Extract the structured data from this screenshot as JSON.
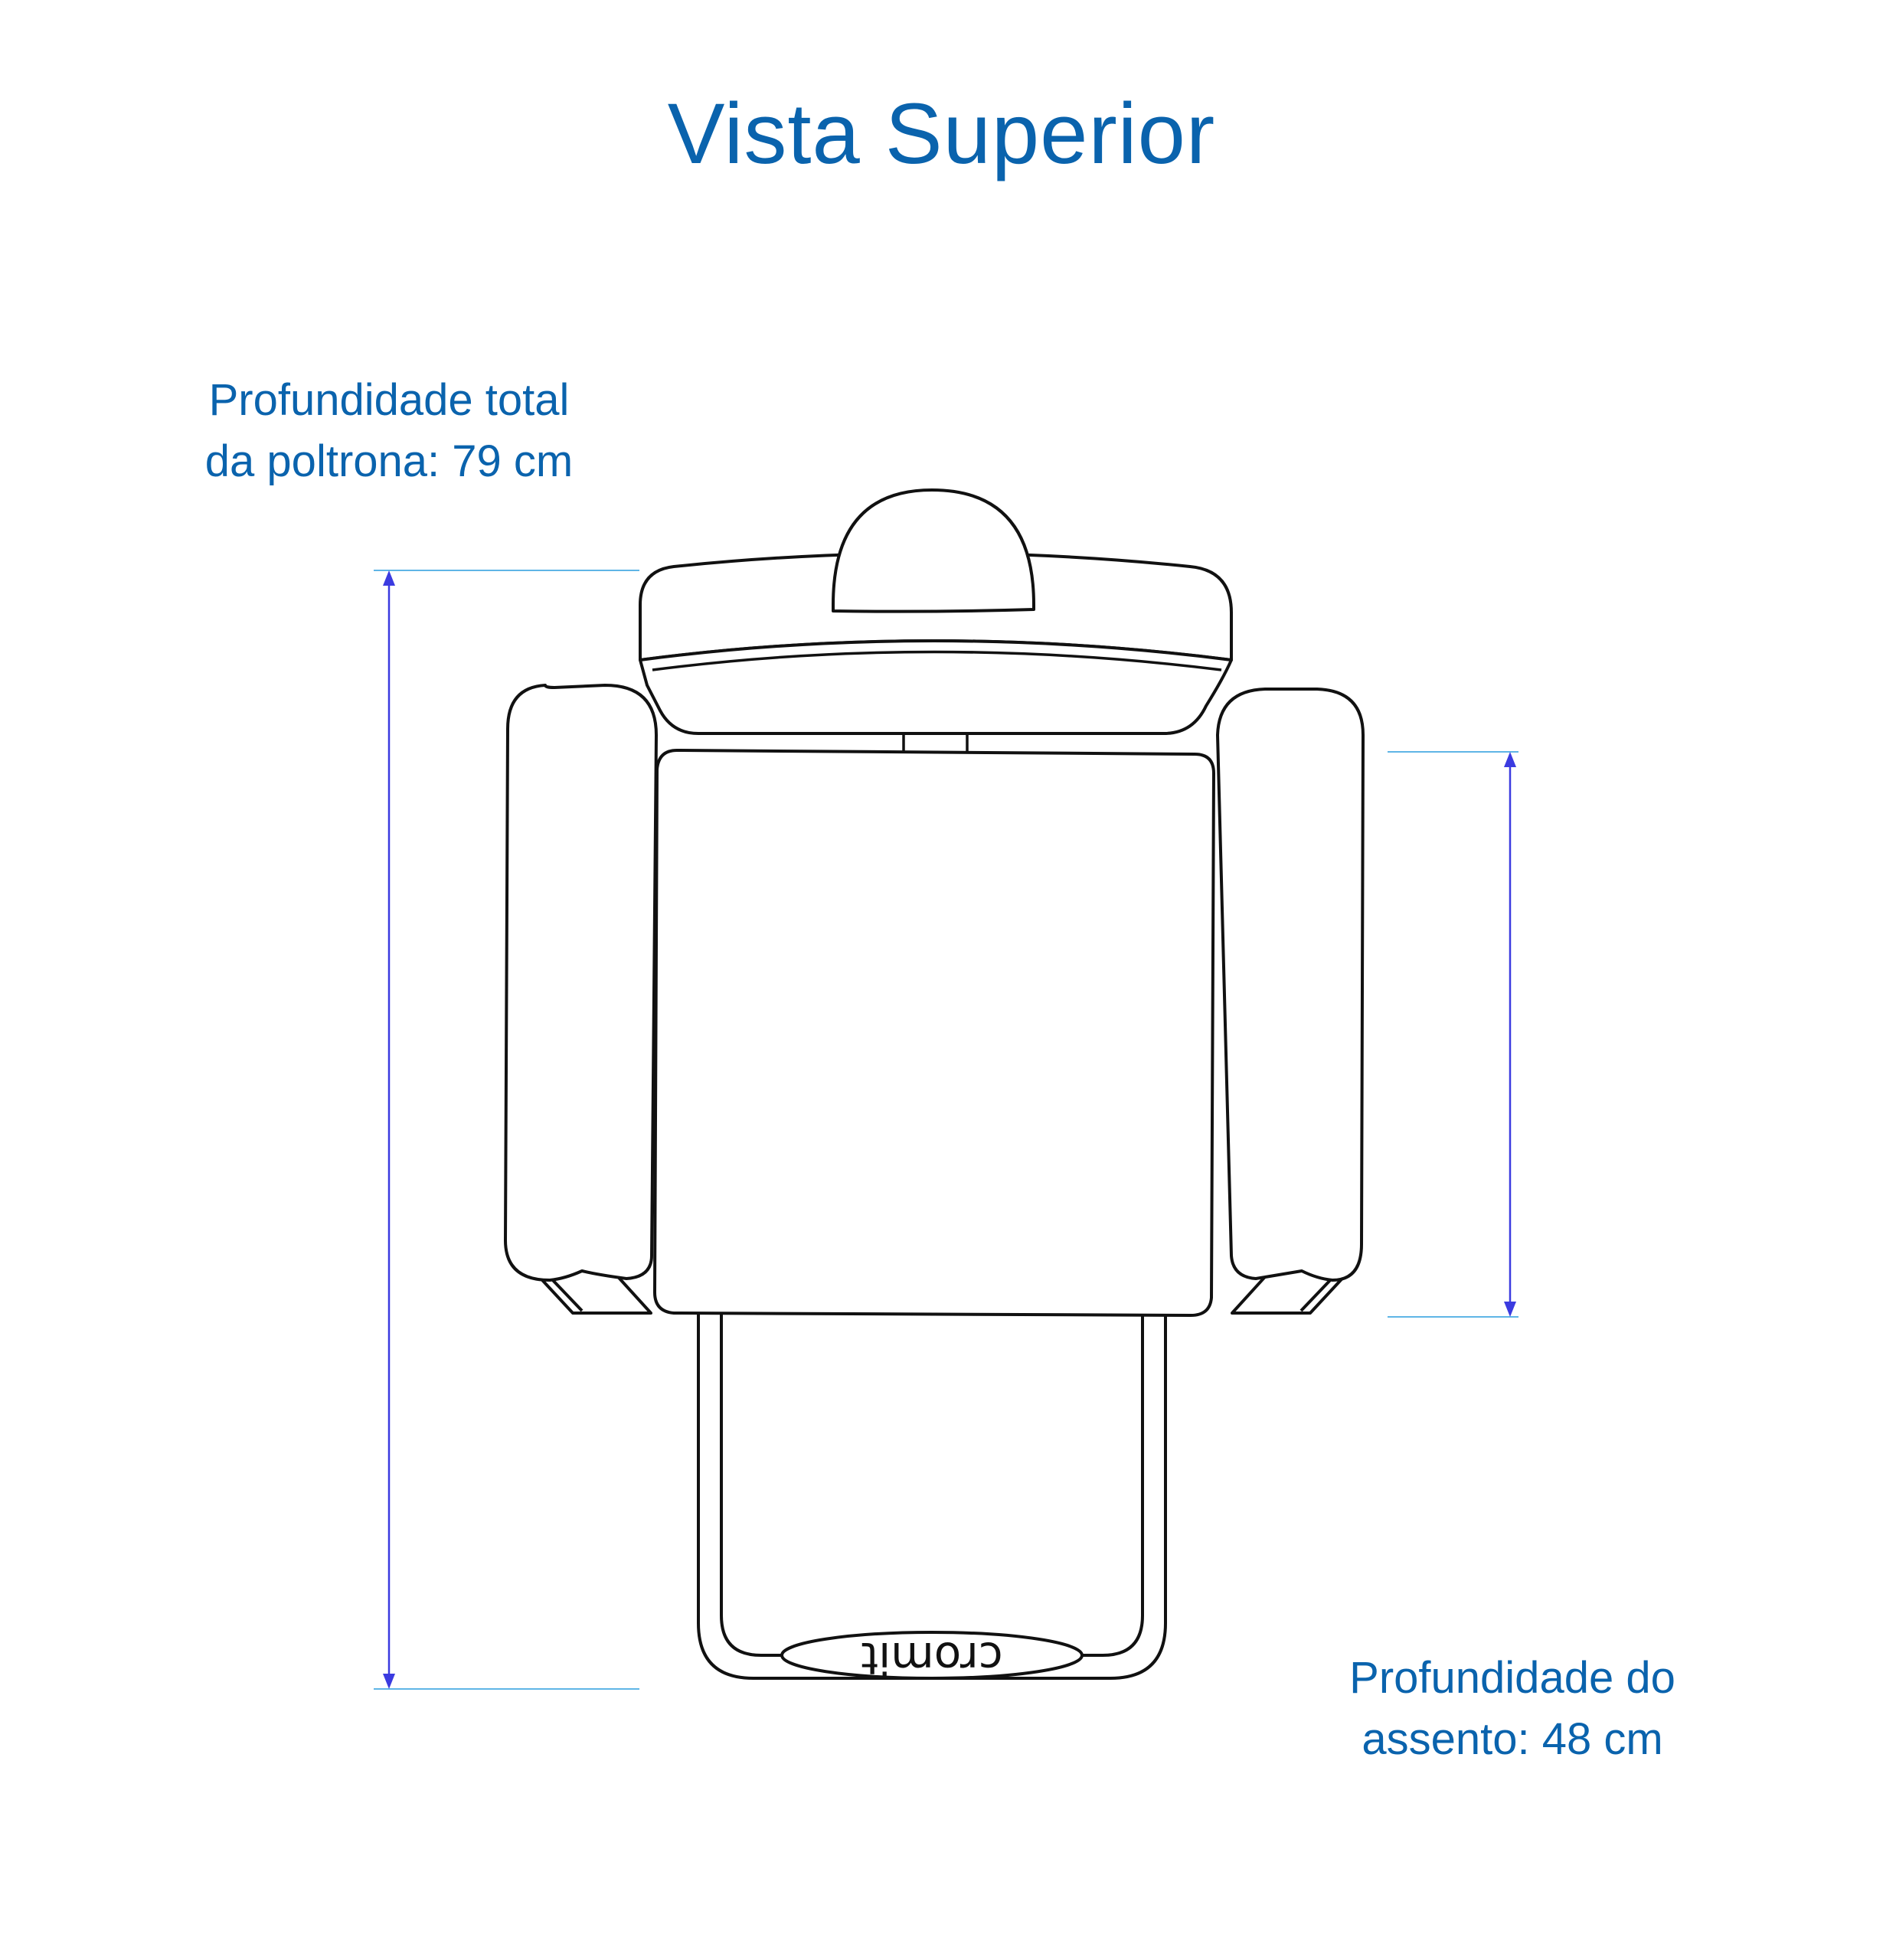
{
  "title": "Vista Superior",
  "dimensions": {
    "total_depth": {
      "line1": "Profundidade total",
      "line2": "da poltrona: 79 cm",
      "value_cm": 79
    },
    "seat_depth": {
      "line1": "Profundidade do",
      "line2": "assento: 48 cm",
      "value_cm": 48
    }
  },
  "logo": "cromit",
  "colors": {
    "text": "#0a63ad",
    "dimension_line": "#3b3be0",
    "extension_line": "#5fb5e6",
    "outline": "#111111"
  }
}
